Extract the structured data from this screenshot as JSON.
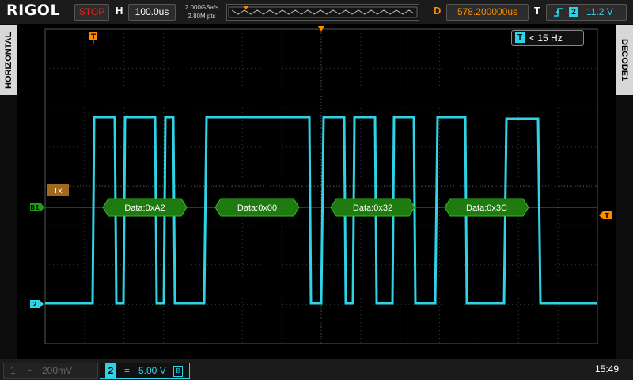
{
  "top": {
    "logo": "RIGOL",
    "run_status": "STOP",
    "timebase_label": "H",
    "timebase_value": "100.0us",
    "sample_rate": "2.000GSa/s",
    "memory_depth": "2.80M pts",
    "delay_label": "D",
    "delay_value": "578.200000us",
    "trigger_label": "T",
    "trigger_edge_icon": "rising-edge-icon",
    "trigger_source": "2",
    "trigger_level": "11.2 V"
  },
  "side": {
    "left_tab": "HORIZONTAL",
    "right_tab": "DECODE1"
  },
  "screen": {
    "trigger_marker": "T",
    "freq_icon": "T",
    "freq_readout": "< 15 Hz",
    "decode_label": "Tx",
    "bus_marker": "B1",
    "channel_marker": "2",
    "trigger_level_marker": "T",
    "decode_frames": [
      "Data:0xA2",
      "Data:0x00",
      "Data:0x32",
      "Data:0x3C"
    ]
  },
  "bottom": {
    "ch1_number": "1",
    "ch1_coupling": "~",
    "ch1_scale": "200mV",
    "ch2_number": "2",
    "ch2_coupling": "=",
    "ch2_scale": "5.00 V",
    "ch2_bw": "B",
    "clock": "15:49"
  },
  "colors": {
    "ch2": "#2fd3e6",
    "decode": "#1f7a10",
    "trigger": "#ff8a00",
    "stop": "#e0261e"
  }
}
